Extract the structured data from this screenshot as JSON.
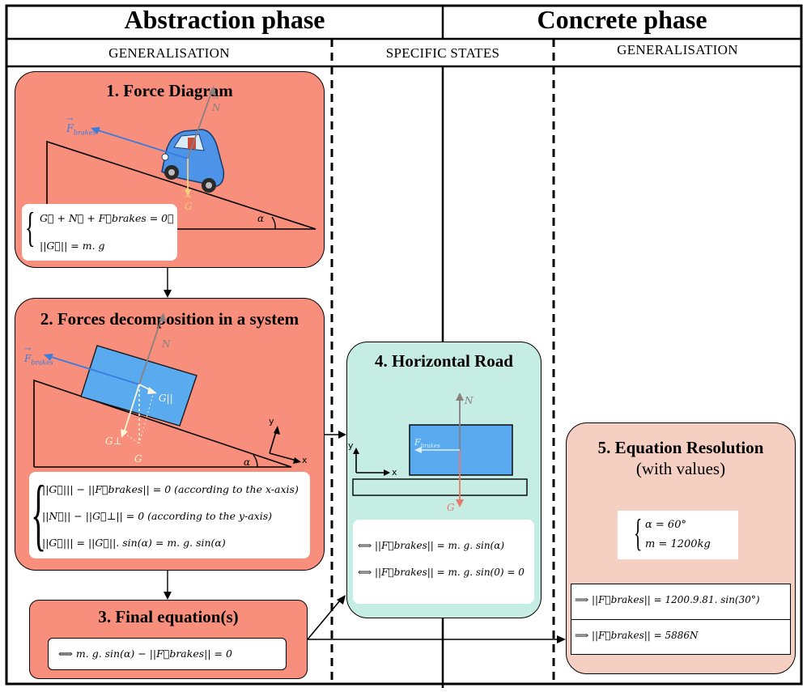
{
  "headers": {
    "abstraction": "Abstraction phase",
    "concrete": "Concrete phase"
  },
  "subheaders": {
    "col1": "GENERALISATION",
    "col2": "SPECIFIC STATES",
    "col3": "GENERALISATION"
  },
  "box1": {
    "title": "1. Force Diagram",
    "eq1": "G⃗ + N⃗ + F⃗brakes = 0⃗",
    "eq2": "||G⃗|| = m. g",
    "alpha": "α",
    "label_N": "N",
    "label_G": "G",
    "label_F": "F",
    "label_F_sub": "brakes"
  },
  "box2": {
    "title": "2. Forces decomposition in a system",
    "eq1": "||G⃗||| − ||F⃗brakes|| = 0 (according to the x-axis)",
    "eq2": "||N⃗|| − ||G⃗⊥|| = 0 (according to the y-axis)",
    "eq3": "||G⃗||| = ||G⃗||. sin(α) = m. g. sin(α)",
    "alpha": "α",
    "axis_x": "x",
    "axis_y": "y",
    "label_N": "N",
    "label_G": "G",
    "label_Gpar": "G||",
    "label_Gperp": "G⊥",
    "label_F": "F",
    "label_F_sub": "brakes"
  },
  "box3": {
    "title": "3. Final equation(s)",
    "eq": "⟺  m. g. sin(α) − ||F⃗brakes|| = 0"
  },
  "box4": {
    "title": "4. Horizontal Road",
    "eq1": "⟺  ||F⃗brakes|| = m. g. sin(α)",
    "eq2": "⟺  ||F⃗brakes|| = m. g. sin(0) = 0",
    "axis_x": "x",
    "axis_y": "y",
    "label_N": "N",
    "label_G": "G",
    "label_F": "F",
    "label_F_sub": "brakes"
  },
  "box5": {
    "title": "5. Equation Resolution",
    "subtitle": "(with values)",
    "given1": "α = 60°",
    "given2": "m = 1200kg",
    "res1": "⟹  ||F⃗brakes|| = 1200.9.81. sin(30°)",
    "res2": "⟹  ||F⃗brakes|| = 5886N"
  },
  "colors": {
    "salmon": "#f88f7d",
    "mint": "#c6ede3",
    "pink": "#f5cfc2",
    "blue_block": "#5aaaf0",
    "force_blue": "#3a7be0",
    "normal_gray": "#8a7f7f",
    "gravity_yellow": "#f5cf7a",
    "gravity_red": "#e77a6a"
  }
}
